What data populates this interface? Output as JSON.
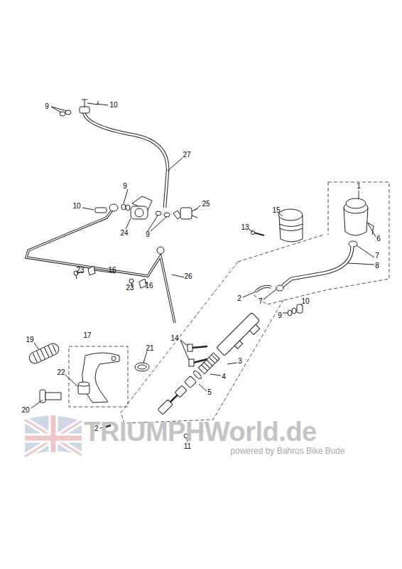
{
  "diagram": {
    "labels": [
      "9",
      "10",
      "27",
      "9",
      "10",
      "25",
      "24",
      "9",
      "23",
      "16",
      "26",
      "23",
      "16",
      "15",
      "13",
      "1",
      "6",
      "7",
      "8",
      "2",
      "7",
      "9",
      "10",
      "14",
      "3",
      "4",
      "5",
      "19",
      "17",
      "21",
      "22",
      "20",
      "12",
      "11",
      "TRIUMPHWorld.de",
      "powered by Bahros Bike Bude"
    ]
  }
}
